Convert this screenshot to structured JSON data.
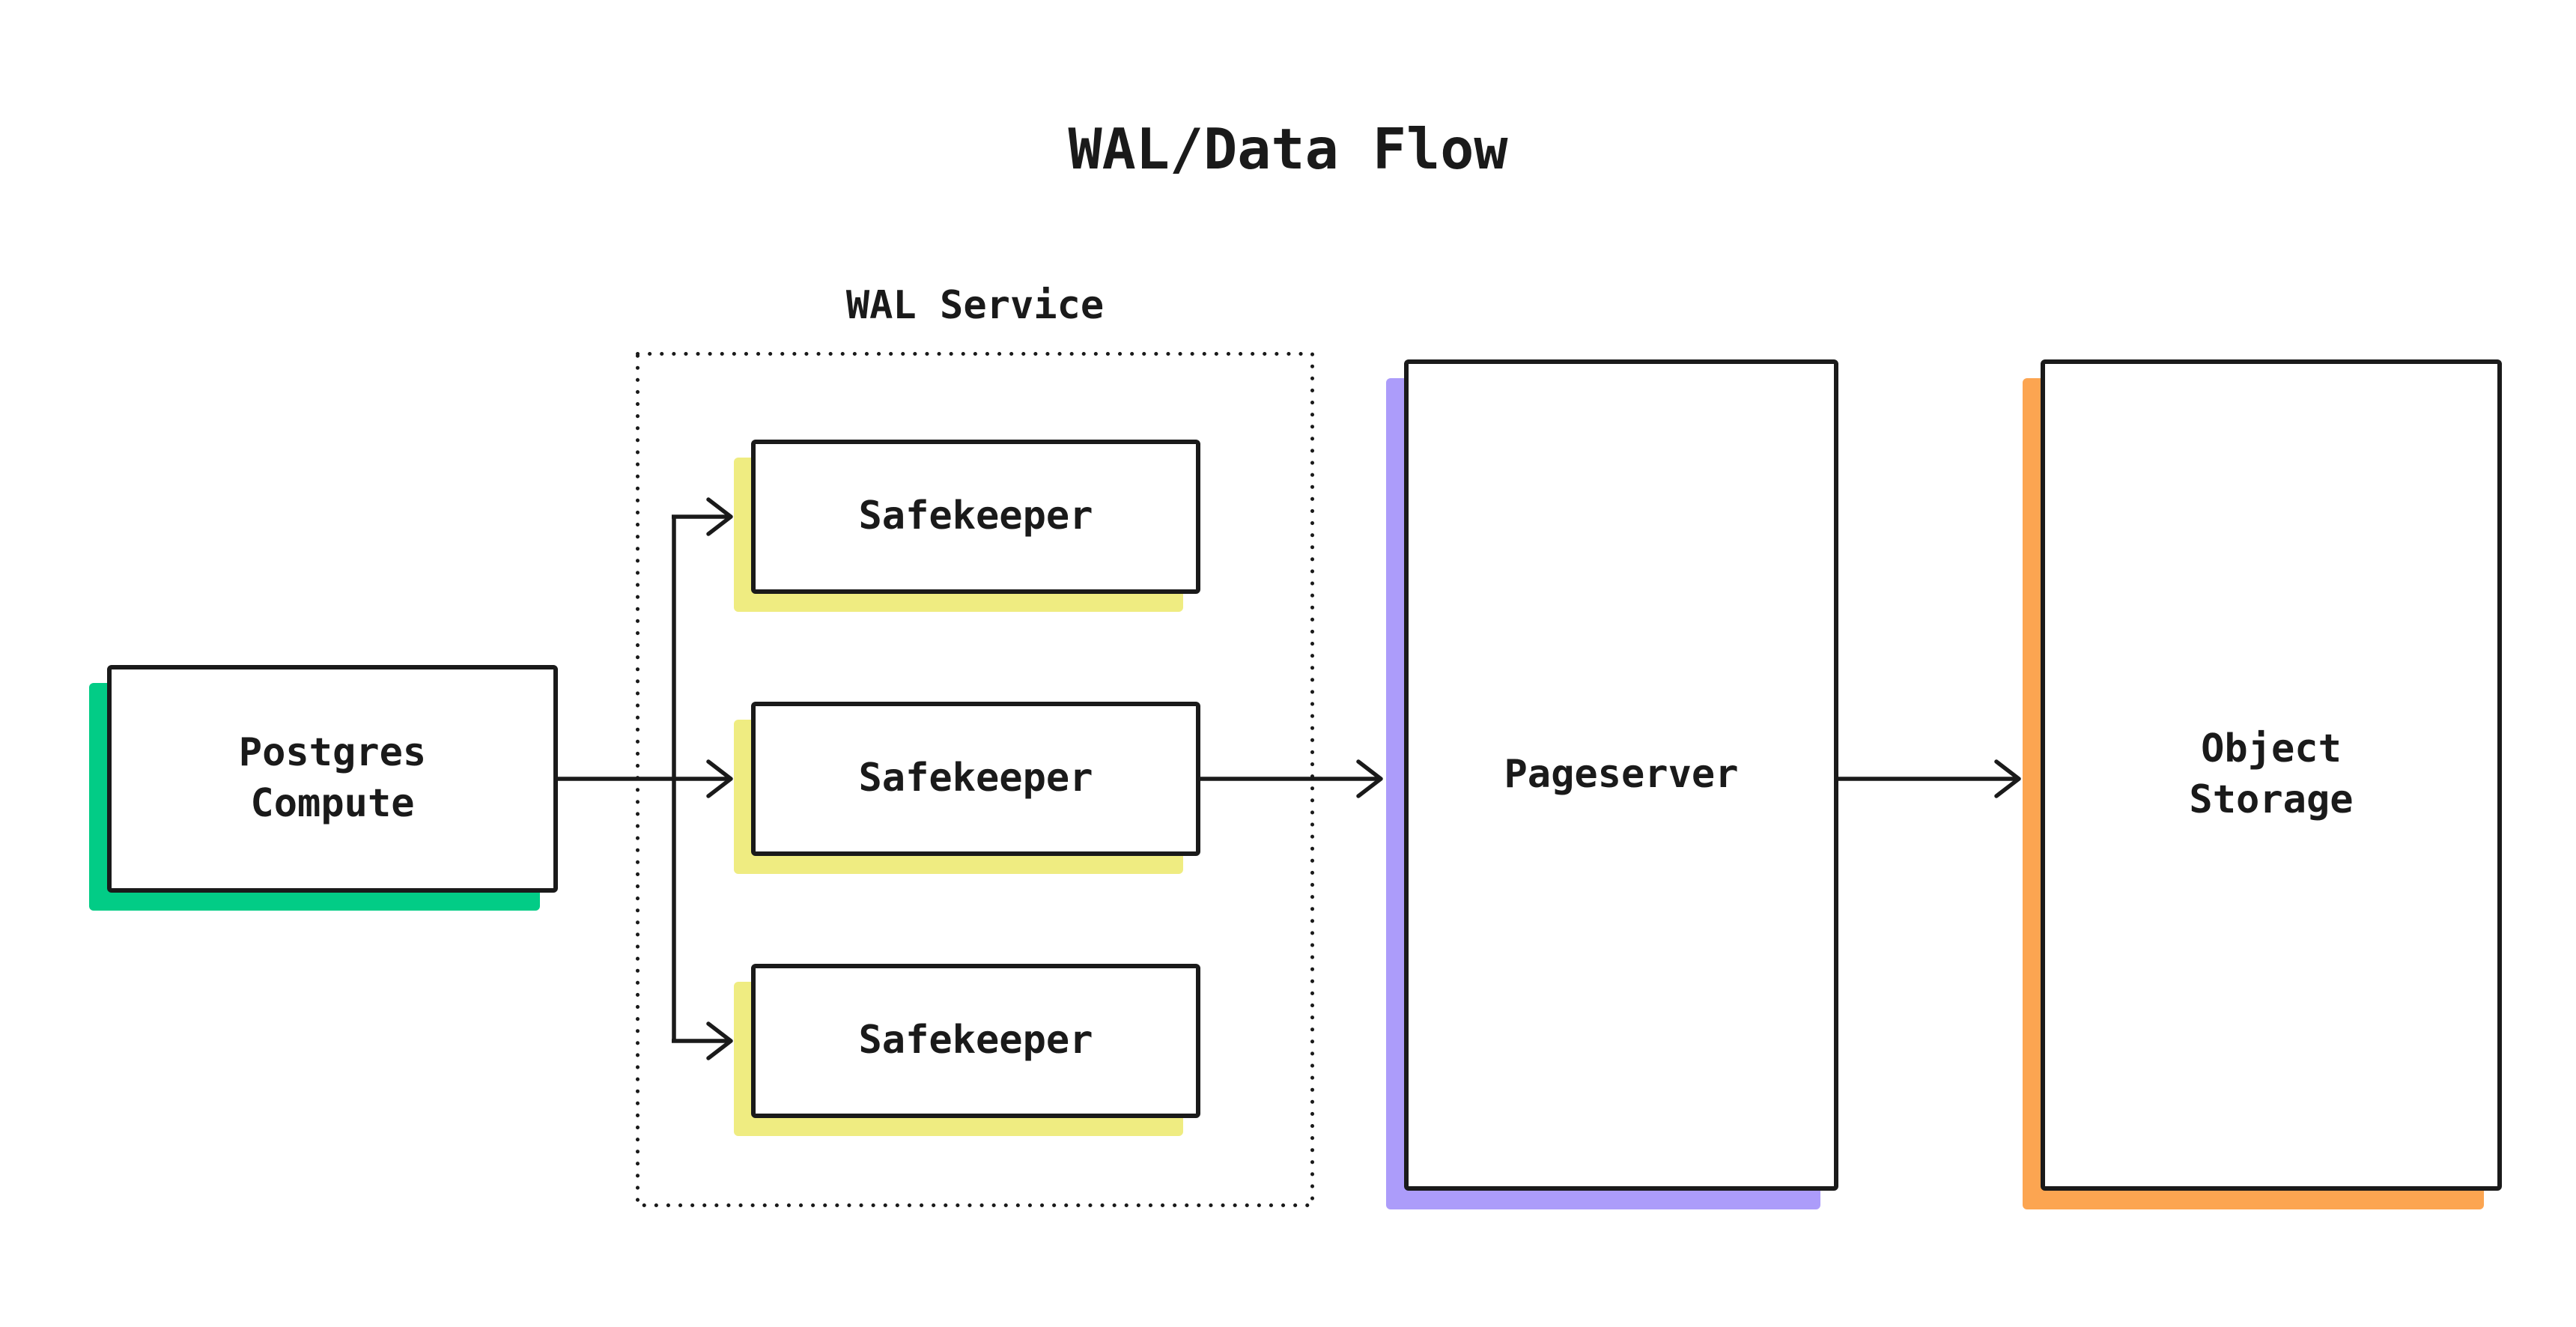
{
  "title": "WAL/Data Flow",
  "colors": {
    "ink": "#1A1A1A",
    "background": "#FFFFFF",
    "box_fill": "#FFFFFF",
    "postgres_accent": "#02CC86",
    "safekeeper_accent": "#EFEC81",
    "pageserver_accent": "#AC9CFA",
    "object_storage_accent": "#FCA551"
  },
  "nodes": {
    "postgres_compute": {
      "label": "Postgres\nCompute"
    },
    "wal_service": {
      "label": "WAL Service",
      "safekeepers": [
        {
          "label": "Safekeeper"
        },
        {
          "label": "Safekeeper"
        },
        {
          "label": "Safekeeper"
        }
      ]
    },
    "pageserver": {
      "label": "Pageserver"
    },
    "object_storage": {
      "label": "Object\nStorage"
    }
  }
}
